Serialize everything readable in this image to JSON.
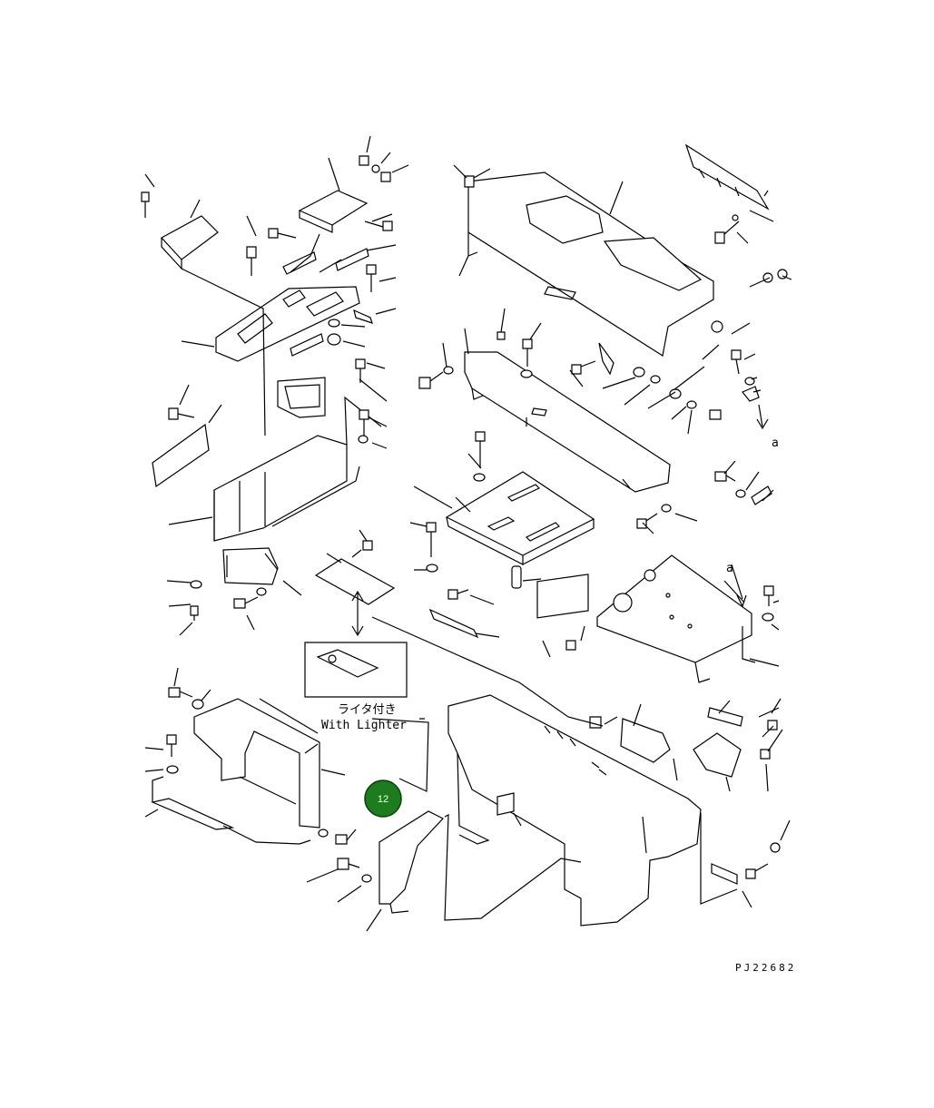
{
  "diagram": {
    "drawing_code": "PJ22682",
    "lighter_label_jp": "ライタ付き",
    "lighter_label_en": "With Lighter",
    "reference_letter": "a",
    "callout_number": "12",
    "callout_color": "#1e7b1e"
  }
}
